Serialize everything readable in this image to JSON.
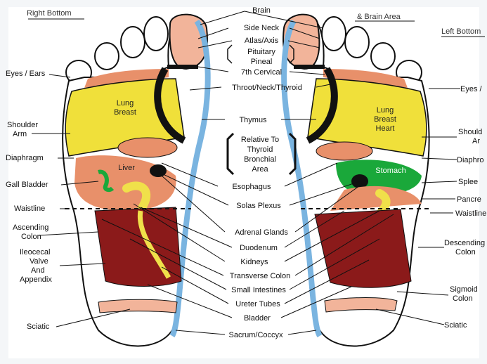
{
  "titles": {
    "right_foot": "Right Bottom",
    "left_foot": "Left Bottom",
    "brain_area": "& Brain Area"
  },
  "center_labels": {
    "brain": "Brain",
    "side_neck": "Side Neck",
    "atlas_axis": "Atlas/Axis",
    "pituitary_1": "Pituitary",
    "pituitary_2": "Pineal",
    "seventh_cervical": "7th Cervical",
    "throat": "Throot/Neck/Thyroid",
    "thymus": "Thymus",
    "relative_1": "Relative To",
    "relative_2": "Thyroid",
    "relative_3": "Bronchial",
    "relative_4": "Area",
    "esophagus": "Esophagus",
    "solar_plexus": "Solas Plexus",
    "adrenal": "Adrenal Glands",
    "duodenum": "Duodenum",
    "kidneys": "Kidneys",
    "transverse_colon": "Transverse Colon",
    "small_intestines": "Small Intestines",
    "ureter": "Ureter Tubes",
    "bladder": "Bladder",
    "sacrum": "Sacrum/Coccyx"
  },
  "left_labels": {
    "eyes_ears": "Eyes / Ears",
    "shoulder_1": "Shoulder",
    "shoulder_2": "Arm",
    "diaphragm": "Diaphragm",
    "gall_bladder": "Gall Bladder",
    "waistline": "Waistline",
    "ascending_1": "Ascending",
    "ascending_2": "Colon",
    "ileo_1": "Ileocecal",
    "ileo_2": "Valve",
    "ileo_3": "And",
    "ileo_4": "Appendix",
    "sciatic": "Sciatic"
  },
  "right_labels": {
    "eyes": "Eyes / ",
    "shoulder_1": "Should",
    "shoulder_2": "Ar",
    "diaphragm": "Diaphro",
    "spleen": "Splee",
    "pancreas": "Pancre",
    "waistline": "Waistline",
    "descending_1": "Descending",
    "descending_2": "Colon",
    "sigmoid_1": "Sigmoid",
    "sigmoid_2": "Colon",
    "sciatic": "Sciatic"
  },
  "zones": {
    "lung_left_1": "Lung",
    "lung_left_2": "Breast",
    "liver": "Liver",
    "lung_right_1": "Lung",
    "lung_right_2": "Breast",
    "lung_right_3": "Heart",
    "stomach": "Stomach"
  },
  "colors": {
    "lung": "#f0e03a",
    "intestine": "#8b1a1a",
    "liver": "#e8906a",
    "stomach": "#1aa83a",
    "kidney": "#f0e04a",
    "spine_blue": "#7ab4e0",
    "pink": "#f2b49a"
  }
}
